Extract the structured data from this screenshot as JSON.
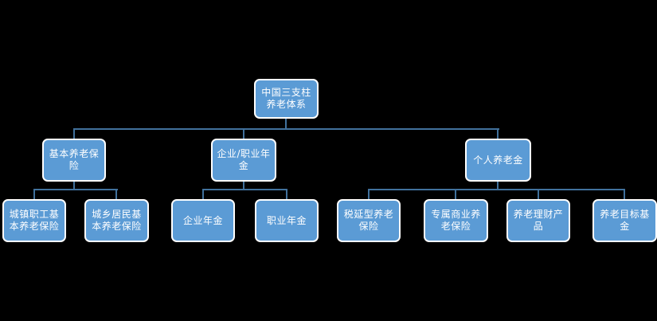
{
  "colors": {
    "background": "#000000",
    "node_fill": "#5B9BD5",
    "node_border": "#FFFFFF",
    "node_text": "#FFFFFF",
    "connector": "#41719C"
  },
  "nodes": {
    "root": {
      "label": "中国三支柱\n养老体系"
    },
    "pillar_basic": {
      "label": "基本养老保\n险"
    },
    "pillar_annuity": {
      "label": "企业/职业年\n金"
    },
    "pillar_personal": {
      "label": "个人养老金"
    },
    "leaf_urban_employee": {
      "label": "城镇职工基\n本养老保险"
    },
    "leaf_urban_rural_resident": {
      "label": "城乡居民基\n本养老保险"
    },
    "leaf_enterprise_annuity": {
      "label": "企业年金"
    },
    "leaf_occupational_annuity": {
      "label": "职业年金"
    },
    "leaf_tax_deferred": {
      "label": "税延型养老\n保险"
    },
    "leaf_exclusive_commercial": {
      "label": "专属商业养\n老保险"
    },
    "leaf_wealth_products": {
      "label": "养老理财产\n品"
    },
    "leaf_target_funds": {
      "label": "养老目标基\n金"
    }
  }
}
